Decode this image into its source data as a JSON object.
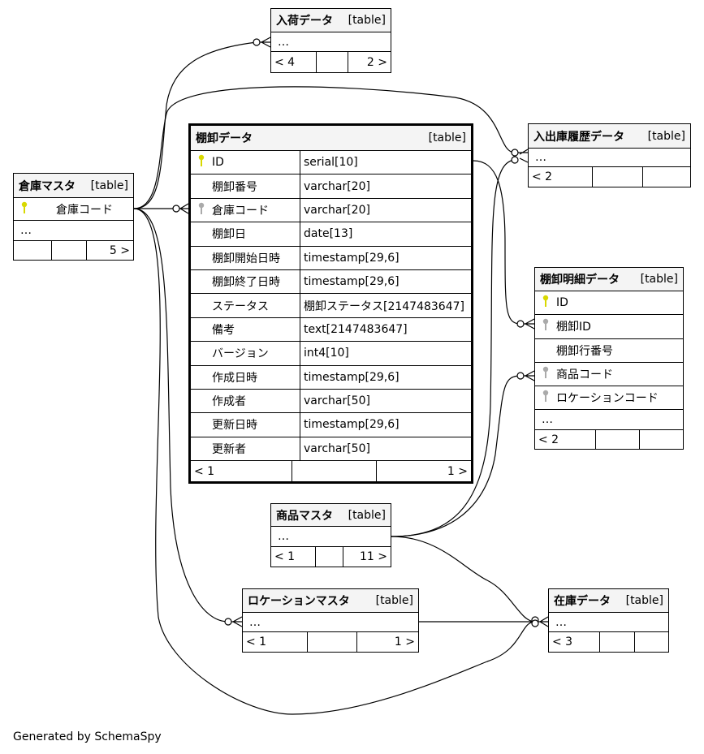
{
  "colors": {
    "pk_key": "#d8d800",
    "fk_key": "#aaaaaa"
  },
  "tables": [
    {
      "id": "nyuka",
      "name": "入荷データ",
      "type": "[table]",
      "rows": [
        {
          "c1": "…"
        }
      ],
      "footer": [
        "< 4",
        "",
        "2 >"
      ]
    },
    {
      "id": "soko",
      "name": "倉庫マスタ",
      "type": "[table]",
      "rows": [
        {
          "c1": "倉庫コード",
          "key": "pk"
        },
        {
          "c1": "…"
        }
      ],
      "footer": [
        "",
        "",
        "5 >"
      ]
    },
    {
      "id": "tanaoroshi",
      "name": "棚卸データ",
      "type": "[table]",
      "rows": [
        {
          "c1": "ID",
          "c2": "serial[10]",
          "key": "pk"
        },
        {
          "c1": "棚卸番号",
          "c2": "varchar[20]"
        },
        {
          "c1": "倉庫コード",
          "c2": "varchar[20]",
          "key": "fk"
        },
        {
          "c1": "棚卸日",
          "c2": "date[13]"
        },
        {
          "c1": "棚卸開始日時",
          "c2": "timestamp[29,6]"
        },
        {
          "c1": "棚卸終了日時",
          "c2": "timestamp[29,6]"
        },
        {
          "c1": "ステータス",
          "c2": "棚卸ステータス[2147483647]"
        },
        {
          "c1": "備考",
          "c2": "text[2147483647]"
        },
        {
          "c1": "バージョン",
          "c2": "int4[10]"
        },
        {
          "c1": "作成日時",
          "c2": "timestamp[29,6]"
        },
        {
          "c1": "作成者",
          "c2": "varchar[50]"
        },
        {
          "c1": "更新日時",
          "c2": "timestamp[29,6]"
        },
        {
          "c1": "更新者",
          "c2": "varchar[50]"
        }
      ],
      "footer": [
        "< 1",
        "",
        "1 >"
      ]
    },
    {
      "id": "nyushukko",
      "name": "入出庫履歴データ",
      "type": "[table]",
      "rows": [
        {
          "c1": "…"
        }
      ],
      "footer": [
        "< 2",
        "",
        ""
      ]
    },
    {
      "id": "meisai",
      "name": "棚卸明細データ",
      "type": "[table]",
      "rows": [
        {
          "c1": "ID",
          "key": "pk"
        },
        {
          "c1": "棚卸ID",
          "key": "fk"
        },
        {
          "c1": "棚卸行番号"
        },
        {
          "c1": "商品コード",
          "key": "fk"
        },
        {
          "c1": "ロケーションコード",
          "key": "fk"
        },
        {
          "c1": "…"
        }
      ],
      "footer": [
        "< 2",
        "",
        ""
      ]
    },
    {
      "id": "shohin",
      "name": "商品マスタ",
      "type": "[table]",
      "rows": [
        {
          "c1": "…"
        }
      ],
      "footer": [
        "< 1",
        "",
        "11 >"
      ]
    },
    {
      "id": "location",
      "name": "ロケーションマスタ",
      "type": "[table]",
      "rows": [
        {
          "c1": "…"
        }
      ],
      "footer": [
        "< 1",
        "",
        "1 >"
      ]
    },
    {
      "id": "zaiko",
      "name": "在庫データ",
      "type": "[table]",
      "rows": [
        {
          "c1": "…"
        }
      ],
      "footer": [
        "< 3",
        "",
        ""
      ]
    }
  ],
  "generated_by": "Generated by SchemaSpy"
}
